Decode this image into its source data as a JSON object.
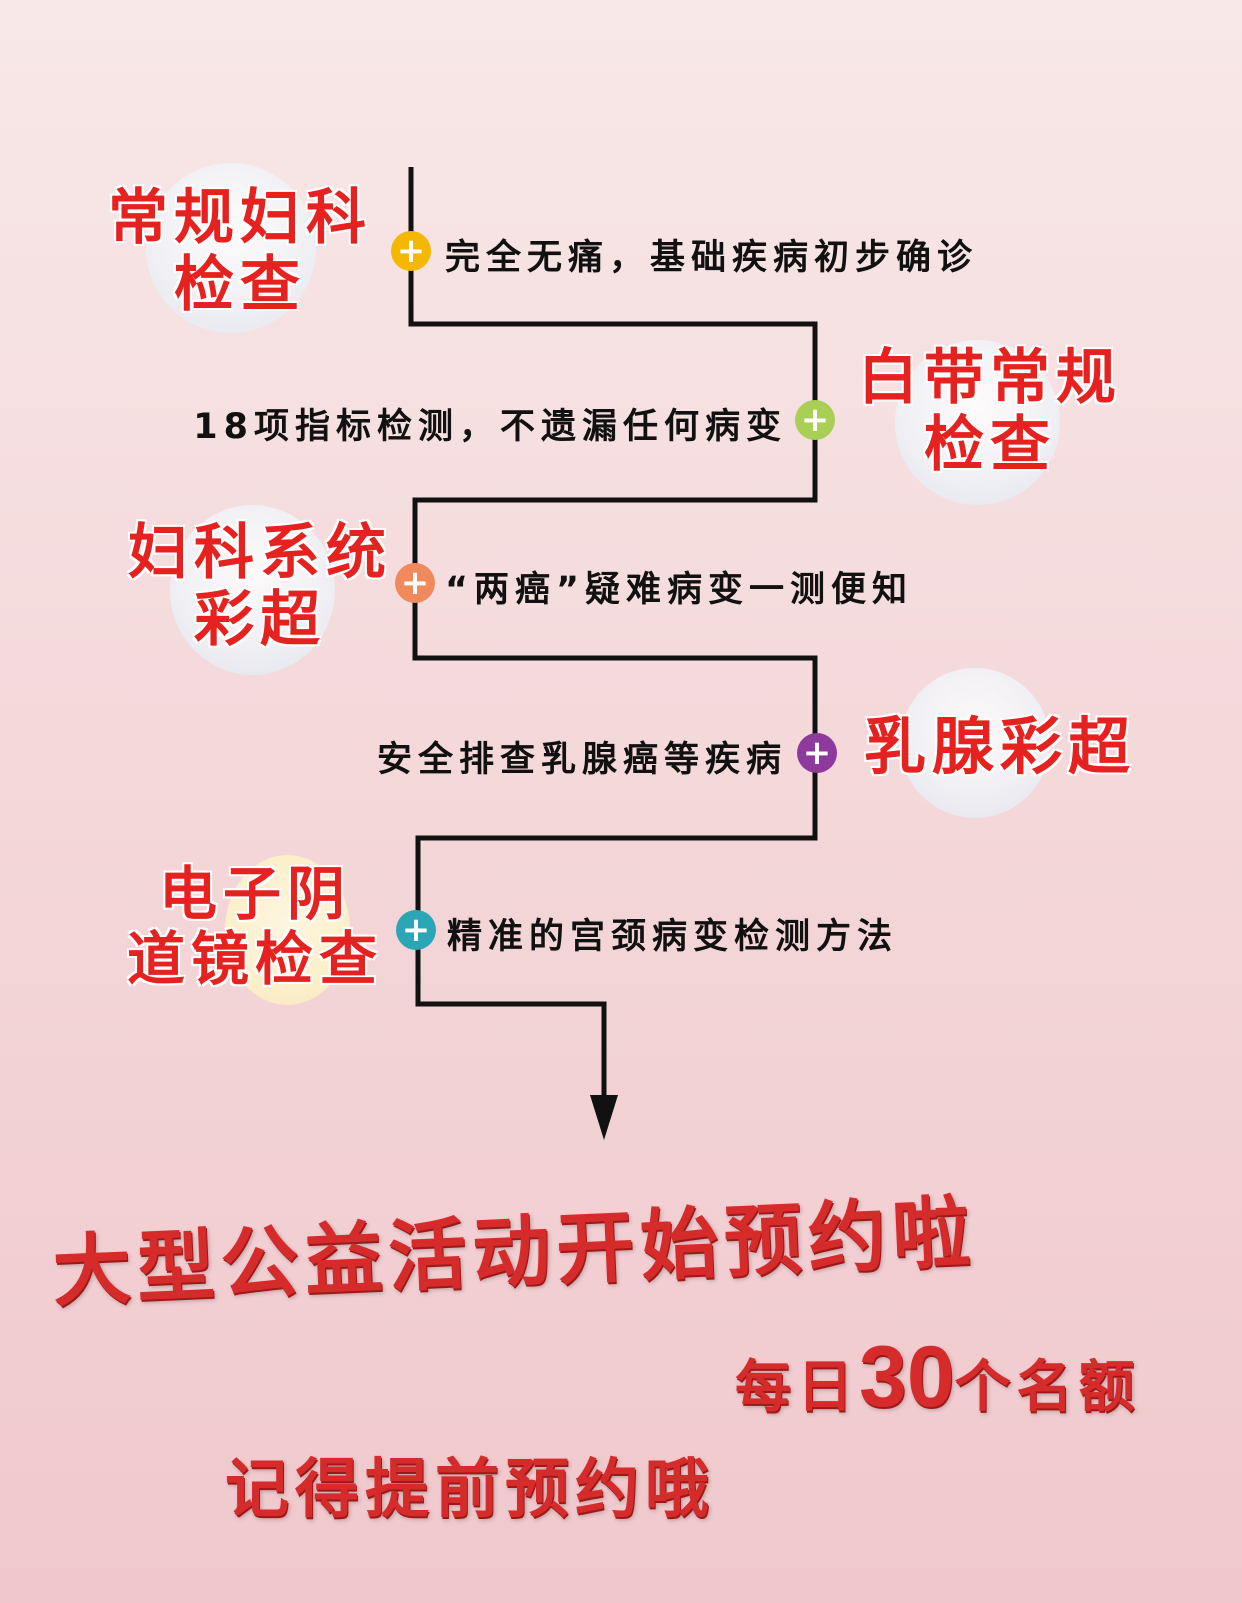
{
  "steps": [
    {
      "title_line1": "常规妇科",
      "title_line2": "检查",
      "desc": "完全无痛，基础疾病初步确诊",
      "plus_color": "#f5b800"
    },
    {
      "title_line1": "白带常规",
      "title_line2": "检查",
      "desc": "18项指标检测，不遗漏任何病变",
      "plus_color": "#a9cf54"
    },
    {
      "title_line1": "妇科系统",
      "title_line2": "彩超",
      "desc": "“两癌”疑难病变一测便知",
      "plus_color": "#f08a5d"
    },
    {
      "title_line1": "乳腺彩超",
      "title_line2": "",
      "desc": "安全排查乳腺癌等疾病",
      "plus_color": "#8e3a9c"
    },
    {
      "title_line1": "电子阴",
      "title_line2": "道镜检查",
      "desc": "精准的宫颈病变检测方法",
      "plus_color": "#2aa6b4"
    }
  ],
  "promo": {
    "headline": "大型公益活动开始预约啦",
    "quota_prefix": "每日",
    "quota_number": "30",
    "quota_suffix": "个名额",
    "reminder": "记得提前预约哦"
  }
}
